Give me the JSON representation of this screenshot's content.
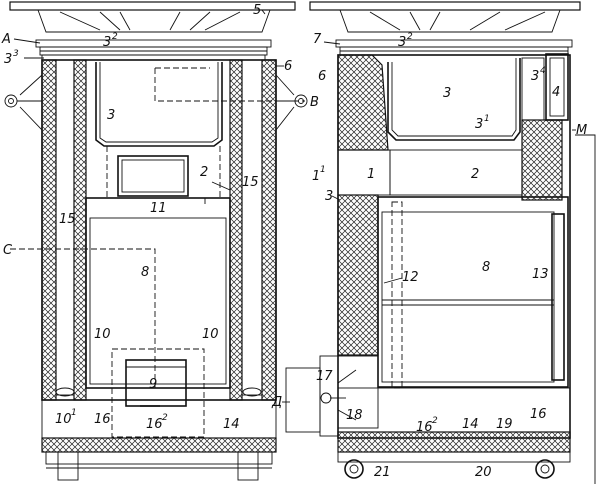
{
  "labels": {
    "A": "А",
    "B": "В",
    "C": "С",
    "D": "Д",
    "M": "М",
    "n1": "1",
    "n1_1": "1",
    "n2": "2",
    "n2b": "2",
    "n3a": "3",
    "n3b": "3",
    "n3c": "3",
    "n3_1": "3",
    "n3_2a": "3",
    "n3_2b": "3",
    "n3_3": "3",
    "n3_4": "3",
    "n4": "4",
    "n5": "5",
    "n6a": "6",
    "n6b": "6",
    "n7": "7",
    "n8a": "8",
    "n8b": "8",
    "n9": "9",
    "n10a": "10",
    "n10b": "10",
    "n10_1": "10",
    "n11": "11",
    "n12": "12",
    "n13": "13",
    "n14a": "14",
    "n14b": "14",
    "n15a": "15",
    "n15b": "15",
    "n16a": "16",
    "n16b": "16",
    "n16_2a": "16",
    "n16_2b": "16",
    "n17": "17",
    "n18": "18",
    "n19": "19",
    "n20": "20",
    "n21": "21"
  },
  "superscripts": {
    "s1_1": "1",
    "s3_1": "1",
    "s3_2a": "2",
    "s3_2b": "2",
    "s3_3": "3",
    "s3_4": "4",
    "s10_1": "1",
    "s16_2a": "2",
    "s16_2b": "2"
  }
}
